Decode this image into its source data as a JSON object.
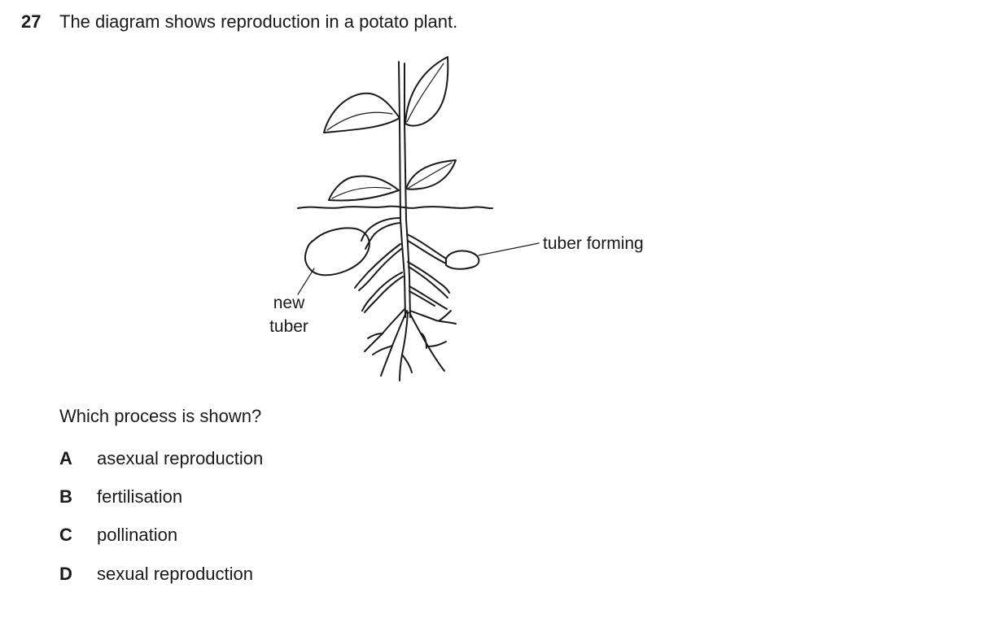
{
  "question": {
    "number": "27",
    "stem": "The diagram shows reproduction in a potato plant.",
    "prompt": "Which process is shown?"
  },
  "diagram": {
    "labels": {
      "tuber_forming": "tuber forming",
      "new_line1": "new",
      "new_line2": "tuber"
    }
  },
  "options": [
    {
      "letter": "A",
      "text": "asexual reproduction"
    },
    {
      "letter": "B",
      "text": "fertilisation"
    },
    {
      "letter": "C",
      "text": "pollination"
    },
    {
      "letter": "D",
      "text": "sexual reproduction"
    }
  ]
}
